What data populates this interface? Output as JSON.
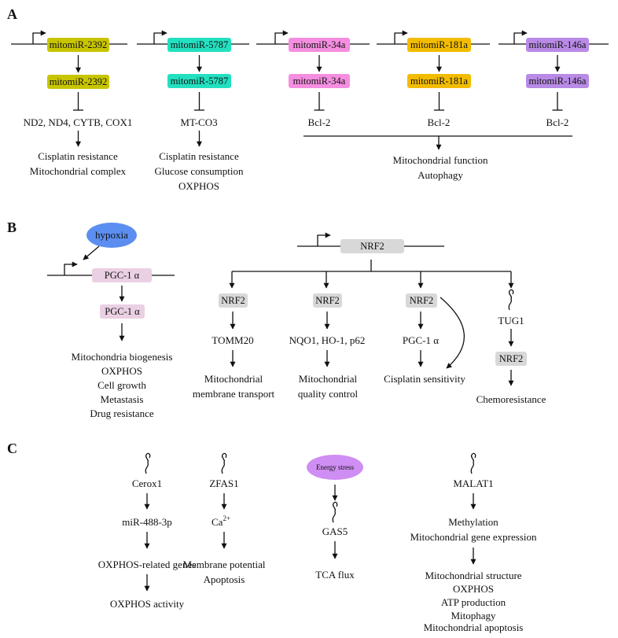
{
  "panels": {
    "a": "A",
    "b": "B",
    "c": "C"
  },
  "colors": {
    "mito2392": "#c8c500",
    "mito5787": "#22e0c0",
    "mito34a": "#f58ee0",
    "mito181a": "#f2bc00",
    "mito146a": "#b98ae6",
    "pgc1a": "#ead0e2",
    "nrf2": "#d8d8d8",
    "hypoxia": "#5b8ef0",
    "energy": "#cf8ef3"
  },
  "panelA": {
    "mir2392": "mitomiR-2392",
    "mir5787": "mitomiR-5787",
    "mir34a": "mitomiR-34a",
    "mir181a": "mitomiR-181a",
    "mir146a": "mitomiR-146a",
    "target2392": "ND2, ND4, CYTB, COX1",
    "target5787": "MT-CO3",
    "bcl2": "Bcl-2",
    "out2392": [
      "Cisplatin resistance",
      "Mitochondrial complex"
    ],
    "out5787": [
      "Cisplatin resistance",
      "Glucose consumption",
      "OXPHOS"
    ],
    "outBcl": [
      "Mitochondrial function",
      "Autophagy"
    ]
  },
  "panelB": {
    "hypoxia": "hypoxia",
    "pgc": "PGC-1 α",
    "pgcOut": [
      "Mitochondria biogenesis",
      "OXPHOS",
      "Cell growth",
      "Metastasis",
      "Drug resistance"
    ],
    "nrf2": "NRF2",
    "tomm20": "TOMM20",
    "tommOut": [
      "Mitochondrial",
      "membrane transport"
    ],
    "nqo": "NQO1, HO-1, p62",
    "nqoOut": [
      "Mitochondrial",
      "quality control"
    ],
    "pgc1": "PGC-1 α",
    "cisplatin": "Cisplatin sensitivity",
    "tug1": "TUG1",
    "chemo": "Chemoresistance"
  },
  "panelC": {
    "cerox1": "Cerox1",
    "mir488": "miR-488-3p",
    "oxGenes": "OXPHOS-related genes",
    "oxActivity": "OXPHOS activity",
    "zfas1": "ZFAS1",
    "ca": "Ca",
    "caSup": "2+",
    "zfasOut": [
      "Membrane potential",
      "Apoptosis"
    ],
    "energy": "Energy stress",
    "gas5": "GAS5",
    "tca": "TCA flux",
    "malat1": "MALAT1",
    "malatMid": [
      "Methylation",
      "Mitochondrial gene expression"
    ],
    "malatOut": [
      "Mitochondrial structure",
      "OXPHOS",
      "ATP production",
      "Mitophagy",
      "Mitochondrial apoptosis"
    ]
  }
}
